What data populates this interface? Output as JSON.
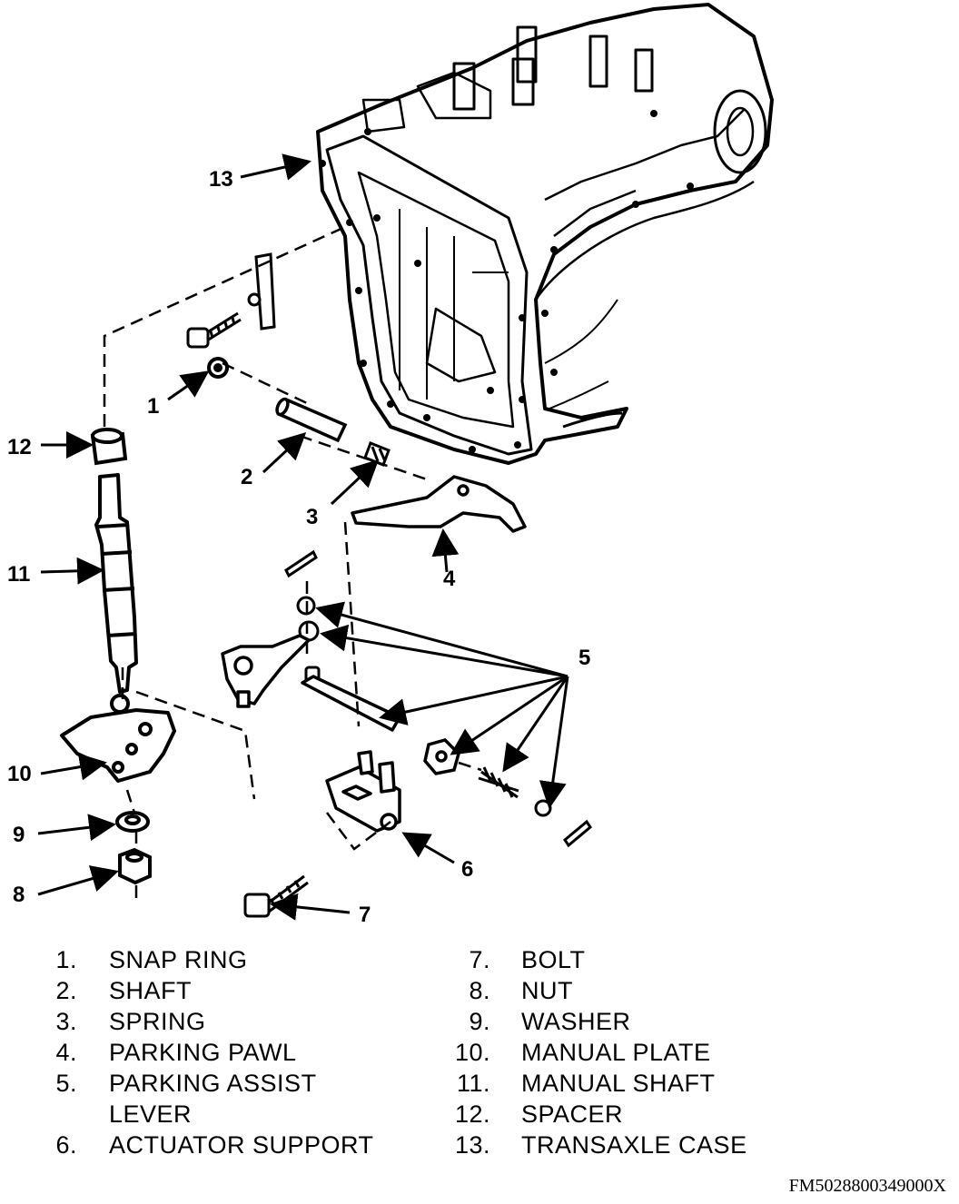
{
  "callouts": [
    "1",
    "2",
    "3",
    "4",
    "5",
    "6",
    "7",
    "8",
    "9",
    "10",
    "11",
    "12",
    "13"
  ],
  "legend": {
    "left": [
      {
        "num": "1.",
        "text": "SNAP RING"
      },
      {
        "num": "2.",
        "text": "SHAFT"
      },
      {
        "num": "3.",
        "text": "SPRING"
      },
      {
        "num": "4.",
        "text": "PARKING PAWL"
      },
      {
        "num": "5.",
        "text": "PARKING ASSIST"
      },
      {
        "num": "",
        "text": "LEVER"
      },
      {
        "num": "6.",
        "text": "ACTUATOR SUPPORT"
      }
    ],
    "right": [
      {
        "num": "7.",
        "text": "BOLT"
      },
      {
        "num": "8.",
        "text": "NUT"
      },
      {
        "num": "9.",
        "text": "WASHER"
      },
      {
        "num": "10.",
        "text": "MANUAL PLATE"
      },
      {
        "num": "11.",
        "text": "MANUAL SHAFT"
      },
      {
        "num": "12.",
        "text": "SPACER"
      },
      {
        "num": "13.",
        "text": "TRANSAXLE CASE"
      }
    ]
  },
  "figure_id": "FM5028800349000X"
}
